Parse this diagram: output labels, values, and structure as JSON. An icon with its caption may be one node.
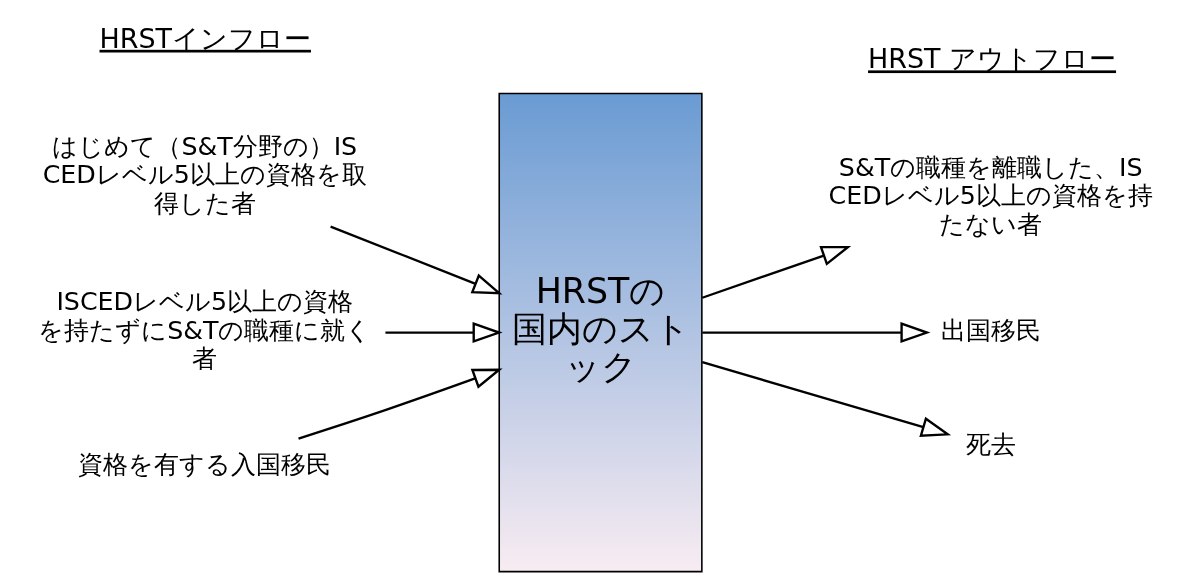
{
  "diagram": {
    "nodes": [
      {
        "text": [
          "はじめて（S&T分野の）ISCEDレベル5以上の資格を取得した者"
        ]
      },
      {
        "text": [
          "ISCEDレベル5以上の資格を持たずにS&Tの職種に就く者"
        ]
      },
      {
        "text": [
          "資格を有する入国移民"
        ]
      },
      {
        "text": [
          "HRSTの国内のストック"
        ]
      },
      {
        "text": [
          "S&Tの職種を離職した、ISCEDレベル5以上の資格を持たない者"
        ]
      },
      {
        "text": [
          "出国移民"
        ]
      },
      {
        "text": [
          "死去"
        ]
      }
    ],
    "edges": [
      {
        "from": 0,
        "to": 3,
        "arrow": "to"
      },
      {
        "from": 1,
        "to": 3,
        "arrow": "to"
      },
      {
        "from": 2,
        "to": 3,
        "arrow": "to"
      },
      {
        "from": 3,
        "to": 4,
        "arrow": "to"
      },
      {
        "from": 3,
        "to": 5,
        "arrow": "to"
      },
      {
        "from": 3,
        "to": 6,
        "arrow": "to"
      }
    ],
    "labels": [
      "HRSTインフロー",
      "HRST アウトフロー"
    ]
  }
}
